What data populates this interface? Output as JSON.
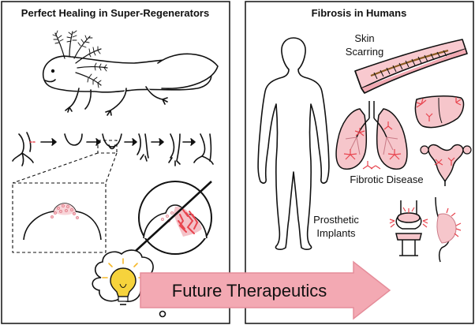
{
  "panels": {
    "left_title": "Perfect Healing in Super-Regenerators",
    "right_title": "Fibrosis in Humans"
  },
  "labels": {
    "skin": [
      "Skin",
      "Scarring"
    ],
    "fibrotic_disease": "Fibrotic Disease",
    "prosthetic": [
      "Prosthetic",
      "Implants"
    ]
  },
  "arrow_text": "Future Therapeutics",
  "colors": {
    "outline": "#111111",
    "arrow_fill": "#f3a9b3",
    "arrow_stroke": "#e58d9a",
    "tissue_pink": "#f8c9cf",
    "fibrosis_red": "#e8454f",
    "lung_pink": "#f6c6cb",
    "bulb_yellow": "#f6d33c"
  },
  "icons": [
    "axolotl-icon",
    "limb-regrowth-icon",
    "blastema-icon",
    "no-fibrosis-icon",
    "human-body-icon",
    "scar-icon",
    "lungs-icon",
    "liver-icon",
    "uterus-icon",
    "knee-implant-icon",
    "breast-implant-icon",
    "lightbulb-icon"
  ]
}
